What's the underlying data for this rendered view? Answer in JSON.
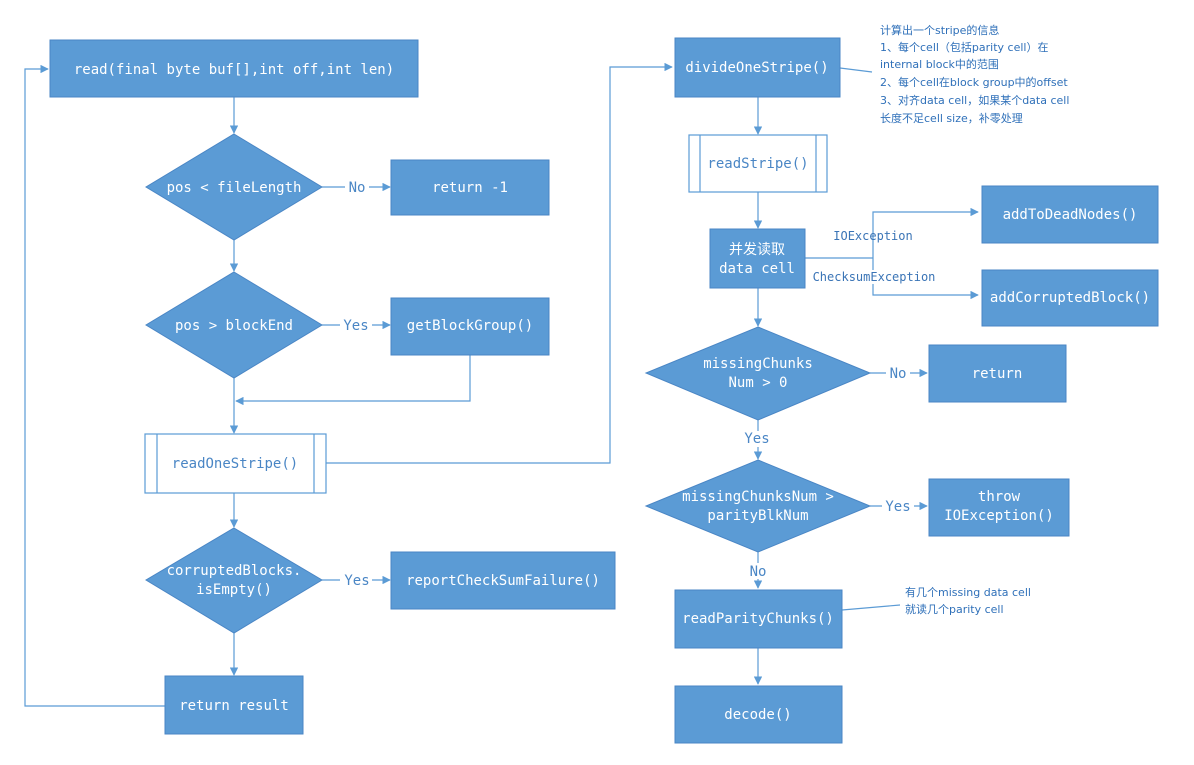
{
  "colors": {
    "node_fill": "#5b9bd5",
    "node_stroke": "#4a86c5",
    "edge": "#5b9bd5",
    "note_text": "#2f70b9",
    "background": "#ffffff"
  },
  "nodes": {
    "read": "read(final byte buf[],int off,int len)",
    "pos_check_1": "pos < fileLength",
    "return_neg1": "return -1",
    "pos_check_2": "pos > blockEnd",
    "get_block_group": "getBlockGroup()",
    "read_one_stripe": "readOneStripe()",
    "corrupted_line1": "corruptedBlocks.",
    "corrupted_line2": "isEmpty()",
    "report_checksum": "reportCheckSumFailure()",
    "return_result": "return result",
    "divide_one_stripe": "divideOneStripe()",
    "read_stripe": "readStripe()",
    "concurrent_line1": "并发读取",
    "concurrent_line2": "data cell",
    "add_dead_nodes": "addToDeadNodes()",
    "add_corrupted_block": "addCorruptedBlock()",
    "missing_line1": "missingChunks",
    "missing_line2": "Num > 0",
    "return_plain": "return",
    "missing_parity_line1": "missingChunksNum >",
    "missing_parity_line2": "parityBlkNum",
    "throw_line1": "throw",
    "throw_line2": "IOException()",
    "read_parity_chunks": "readParityChunks()",
    "decode": "decode()"
  },
  "edge_labels": {
    "no_1": "No",
    "yes_1": "Yes",
    "yes_2": "Yes",
    "io_exception": "IOException",
    "checksum_exception": "ChecksumException",
    "no_2": "No",
    "yes_3": "Yes",
    "yes_4": "Yes",
    "no_3": "No"
  },
  "notes": {
    "stripe_info": [
      "计算出一个stripe的信息",
      "1、每个cell（包括parity cell）在",
      "internal block中的范围",
      "2、每个cell在block group中的offset",
      "3、对齐data cell，如果某个data cell",
      "长度不足cell size，补零处理"
    ],
    "parity_info": [
      "有几个missing data cell",
      "就读几个parity cell"
    ]
  }
}
